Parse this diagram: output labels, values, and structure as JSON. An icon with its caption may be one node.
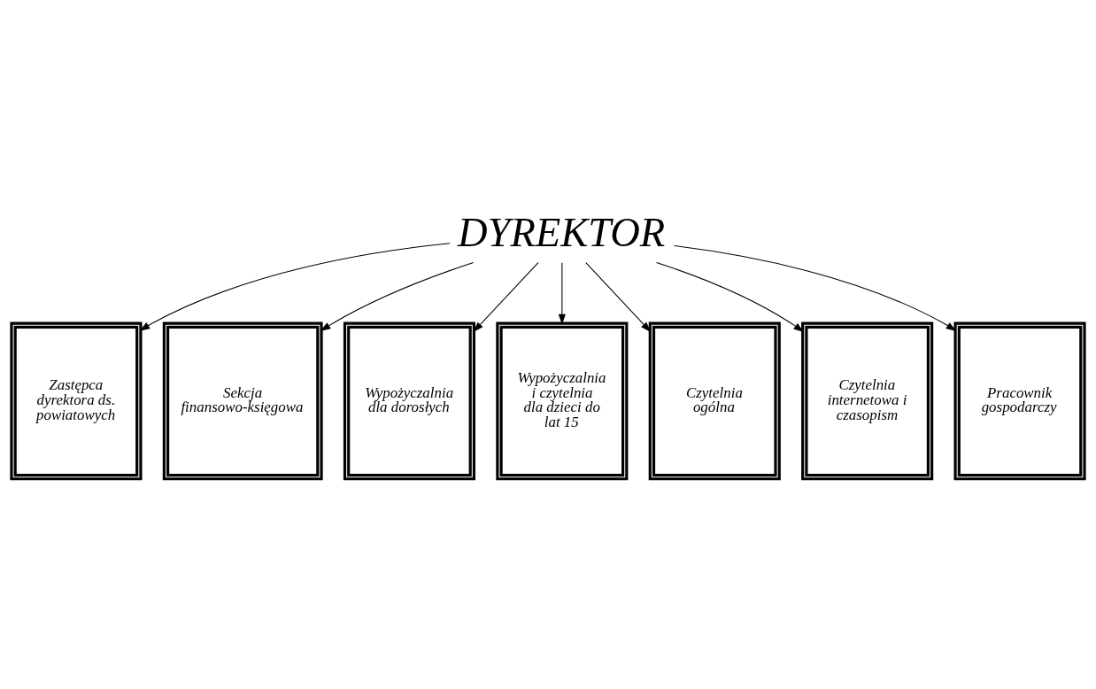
{
  "diagram": {
    "nodes": [
      {
        "text": [
          "DYREKTOR"
        ]
      },
      {
        "text": [
          "Zastępca dyrektora ds. powiatowych"
        ]
      },
      {
        "text": [
          "Sekcja finansowo-księgowa"
        ]
      },
      {
        "text": [
          "Wypożyczalnia dla dorosłych"
        ]
      },
      {
        "text": [
          "Wypożyczalnia i czytelnia dla dzieci do lat 15"
        ]
      },
      {
        "text": [
          "Czytelnia ogólna"
        ]
      },
      {
        "text": [
          "Czytelnia internetowa i czasopism"
        ]
      },
      {
        "text": [
          "Pracownik gospodarczy"
        ]
      }
    ],
    "edges": [
      {
        "from": 0,
        "to": 1,
        "arrow": "to"
      },
      {
        "from": 0,
        "to": 3,
        "arrow": "to"
      },
      {
        "from": 0,
        "to": 4,
        "arrow": "to"
      },
      {
        "from": 0,
        "to": 5,
        "arrow": "to"
      },
      {
        "from": 0,
        "to": 6,
        "arrow": "to"
      },
      {
        "from": 0,
        "to": 7,
        "arrow": "to"
      },
      {
        "from": 0,
        "to": 2,
        "arrow": "to"
      }
    ]
  }
}
